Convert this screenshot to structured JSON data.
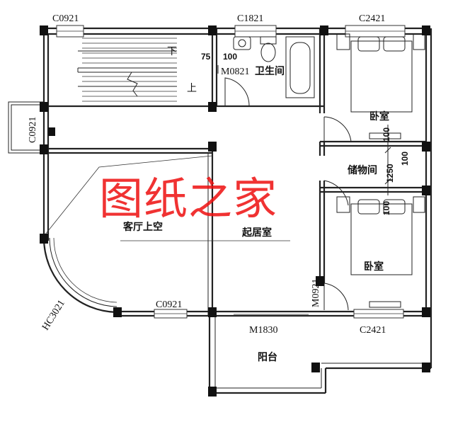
{
  "window_labels": {
    "top_left": "C0921",
    "top_bath": "C1821",
    "top_right": "C2421",
    "left_side": "C0921",
    "arc": "HC3021",
    "bottom_left": "C0921",
    "balcony_door": "M1830",
    "bottom_right": "C2421",
    "bath_door": "M0821",
    "right_door": "M0921"
  },
  "stairs": {
    "down": "下",
    "up": "上"
  },
  "rooms": {
    "bathroom": "卫生间",
    "bedroom_top": "卧室",
    "storage": "储物间",
    "living_void": "客厅上空",
    "family_room": "起居室",
    "bedroom_bottom": "卧室",
    "balcony": "阳台"
  },
  "dimensions": {
    "d75": "75",
    "d100_top": "100",
    "d100_a": "100",
    "d100_b": "100",
    "d1250": "1250",
    "d100_c": "100"
  },
  "watermark": "图纸之家"
}
